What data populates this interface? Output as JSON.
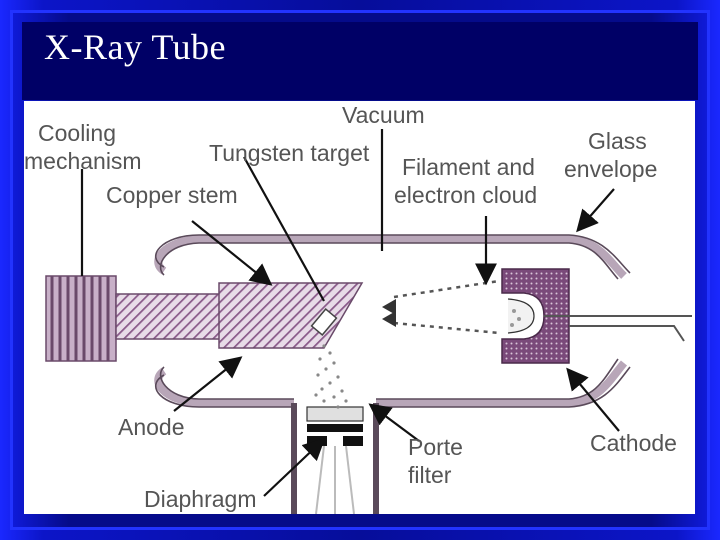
{
  "slide": {
    "title": "X-Ray Tube"
  },
  "diagram": {
    "labels": {
      "cooling_line1": "Cooling",
      "cooling_line2": "mechanism",
      "tungsten": "Tungsten target",
      "vacuum": "Vacuum",
      "glass_line1": "Glass",
      "glass_line2": "envelope",
      "filament_line1": "Filament and",
      "filament_line2": "electron cloud",
      "copper": "Copper stem",
      "anode": "Anode",
      "porte_line1": "Porte",
      "porte_line2": "filter",
      "cathode": "Cathode",
      "diaphragm": "Diaphragm"
    },
    "colors": {
      "hatch": "#8a5a8a",
      "cathode_fill": "#7a4a7a",
      "glass": "#b8a6b8"
    }
  }
}
